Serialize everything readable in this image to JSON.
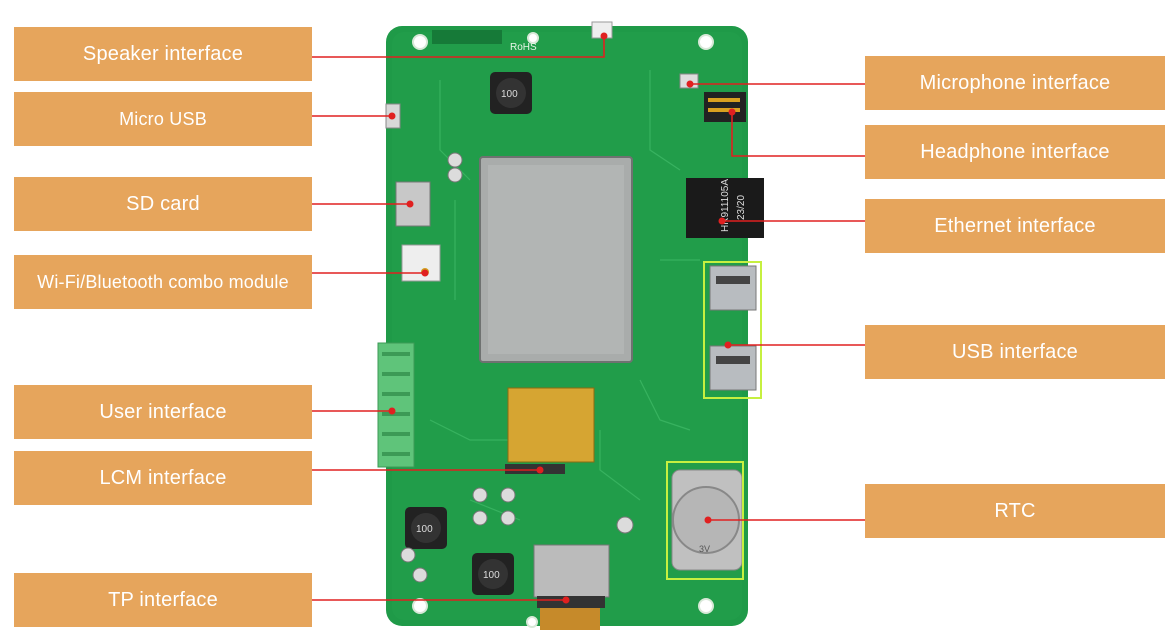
{
  "left_labels": {
    "speaker": "Speaker interface",
    "micro_usb": "Micro USB",
    "sd_card": "SD  card",
    "wifi_bt": "Wi-Fi/Bluetooth combo module",
    "user": "User interface",
    "lcm": "LCM interface",
    "tp": "TP interface"
  },
  "right_labels": {
    "microphone": "Microphone interface",
    "headphone": "Headphone interface",
    "ethernet": "Ethernet interface",
    "usb": "USB interface",
    "rtc": "RTC"
  },
  "board_markings": {
    "rohs": "RoHS",
    "ethernet_part": "HR911105A",
    "ethernet_date": "23/20",
    "inductor_top": "100",
    "inductor_left": "100",
    "inductor_bottom": "100",
    "battery": "3V"
  },
  "colors": {
    "label_bg": "#e6a55c",
    "label_text": "#ffffff",
    "board_green": "#1f9a48",
    "leader_line": "#e02020",
    "highlight_box": "#c6f040"
  }
}
